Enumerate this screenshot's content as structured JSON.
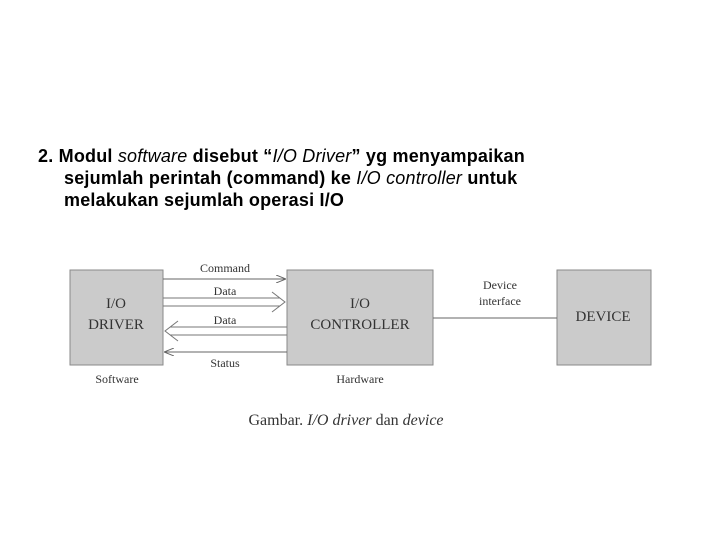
{
  "paragraph": {
    "number": "2.",
    "l1_a": "Modul ",
    "l1_b": "software",
    "l1_c": " disebut “",
    "l1_d": "I/O Driver",
    "l1_e": "” yg menyampaikan",
    "l2_a": "sejumlah perintah (command) ke ",
    "l2_b": "I/O controller",
    "l2_c": " untuk",
    "l3": "melakukan sejumlah operasi I/O"
  },
  "diagram": {
    "driver_line1": "I/O",
    "driver_line2": "DRIVER",
    "controller_line1": "I/O",
    "controller_line2": "CONTROLLER",
    "device": "DEVICE",
    "command": "Command",
    "data_out": "Data",
    "data_in": "Data",
    "status": "Status",
    "device_interface_1": "Device",
    "device_interface_2": "interface",
    "software": "Software",
    "hardware": "Hardware",
    "caption_prefix": "Gambar. ",
    "caption_italic": "I/O driver",
    "caption_suffix": " dan ",
    "caption_italic2": "device"
  },
  "colors": {
    "box_fill": "#cbcbcb",
    "box_stroke": "#8a8a8a",
    "text": "#333333"
  }
}
